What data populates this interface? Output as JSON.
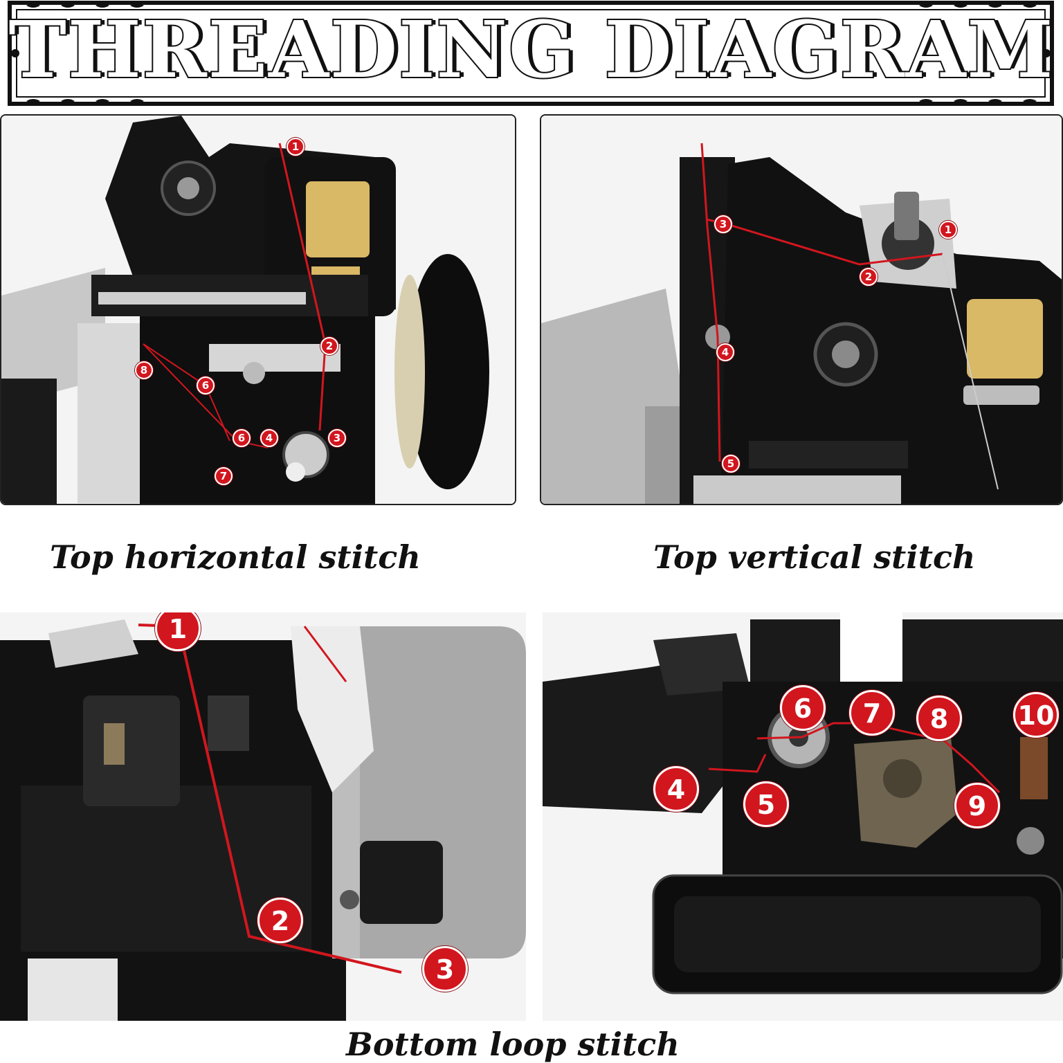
{
  "title": "THREADING DIAGRAM",
  "panels": {
    "top_horizontal": {
      "caption": "Top horizontal stitch",
      "markers": [
        "1",
        "2",
        "3",
        "4",
        "6",
        "6",
        "7",
        "8"
      ]
    },
    "top_vertical": {
      "caption": "Top vertical stitch",
      "markers": [
        "1",
        "2",
        "3",
        "4",
        "5"
      ]
    },
    "bottom_loop": {
      "caption": "Bottom loop stitch",
      "markers_left": [
        "1",
        "2",
        "3"
      ],
      "markers_right": [
        "4",
        "5",
        "6",
        "7",
        "8",
        "9",
        "10"
      ]
    }
  },
  "colors": {
    "thread": "#d2161e",
    "machine": "#111111",
    "plate": "#b9b9b9",
    "badge": "#d9b866"
  }
}
